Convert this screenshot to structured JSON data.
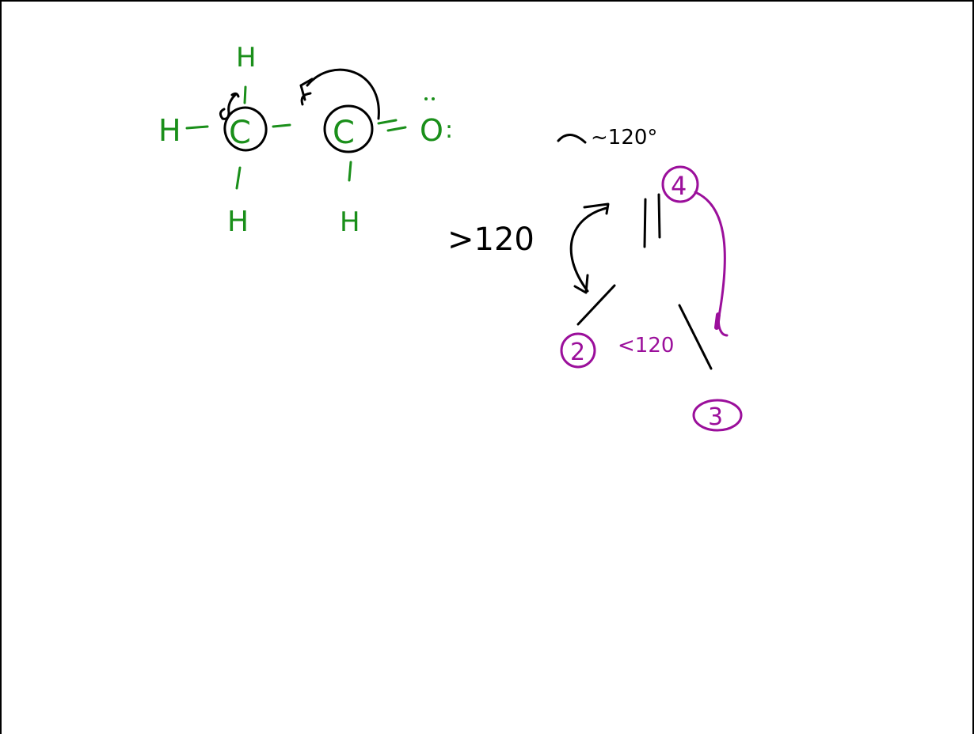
{
  "colors": {
    "background": "#ffffff",
    "green": "#1a8f1a",
    "black": "#000000",
    "purple": "#9b0f9b"
  },
  "labels": {
    "h_top": "H",
    "h_left": "H",
    "h_bottom_left": "H",
    "h_bottom_right": "H",
    "c_left": "C",
    "c_right": "C",
    "oxygen": "O",
    "oxygen_colon": ":",
    "angle_approx": "~120°",
    "angle_greater": ">120",
    "angle_less": "<120",
    "count_four": "4",
    "count_two": "2",
    "count_three": "3"
  }
}
